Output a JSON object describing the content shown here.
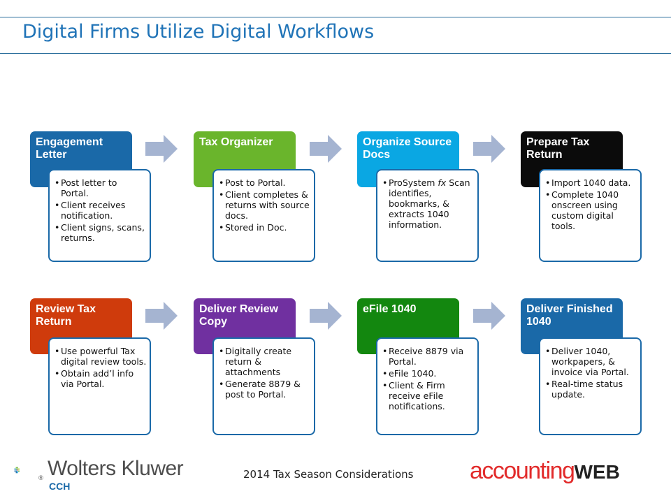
{
  "title": "Digital Firms Utilize Digital Workflows",
  "footer": "2014 Tax Season Considerations",
  "logos": {
    "wolters_kluwer": {
      "name": "Wolters Kluwer",
      "sub": "CCH",
      "mark": "®"
    },
    "accountingweb": {
      "part1": "accounting",
      "part2": "WEB"
    }
  },
  "colors": {
    "accent": "#1f73b7",
    "box_border": "#1a69a8",
    "arrow": "#a5b4d1"
  },
  "steps": [
    {
      "title": "Engagement Letter",
      "color": "#1a69a8",
      "items": [
        "Post letter to Portal.",
        "Client receives notification.",
        "Client signs, scans, returns."
      ]
    },
    {
      "title": "Tax Organizer",
      "color": "#6ab52c",
      "items": [
        "Post to Portal.",
        "Client completes & returns with source docs.",
        "Stored in Doc."
      ]
    },
    {
      "title": "Organize Source Docs",
      "color": "#0aa7e3",
      "items": [
        [
          "ProSystem ",
          "fx",
          " Scan identifies, bookmarks, & extracts 1040 information."
        ]
      ]
    },
    {
      "title": "Prepare Tax Return",
      "color": "#0b0b0b",
      "items": [
        "Import 1040 data.",
        "Complete 1040 onscreen using custom digital tools."
      ]
    },
    {
      "title": "Review Tax Return",
      "color": "#cf3b0c",
      "items": [
        "Use powerful Tax digital review tools.",
        "Obtain add’l info via Portal."
      ]
    },
    {
      "title": "Deliver Review Copy",
      "color": "#7030a0",
      "items": [
        "Digitally create return & attachments",
        "Generate 8879 & post to Portal."
      ]
    },
    {
      "title": "eFile 1040",
      "color": "#13870f",
      "items": [
        "Receive 8879 via Portal.",
        "eFile 1040.",
        "Client & Firm receive eFile notifications."
      ]
    },
    {
      "title": "Deliver Finished 1040",
      "color": "#1a69a8",
      "items": [
        "Deliver 1040, workpapers, & invoice via Portal.",
        "Real-time status update."
      ]
    }
  ]
}
